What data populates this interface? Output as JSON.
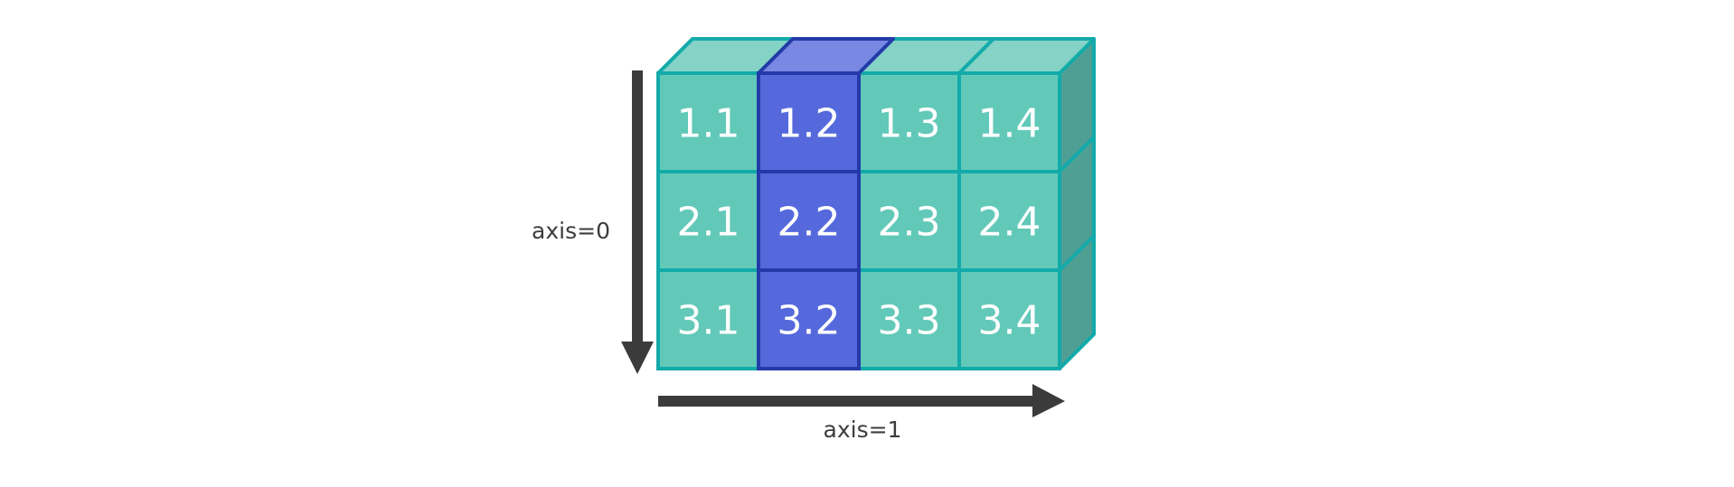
{
  "diagram": {
    "rows": [
      [
        "1.1",
        "1.2",
        "1.3",
        "1.4"
      ],
      [
        "2.1",
        "2.2",
        "2.3",
        "2.4"
      ],
      [
        "3.1",
        "3.2",
        "3.3",
        "3.4"
      ]
    ],
    "highlighted_column": 1,
    "axis0_label": "axis=0",
    "axis1_label": "axis=1"
  },
  "colors": {
    "cell_fill": "#62c9b9",
    "cell_top_fill": "#84d3c6",
    "side_fill": "#4f9f94",
    "cell_border": "#13aaaa",
    "highlight_fill": "#5569dc",
    "highlight_top_fill": "#7a88e3",
    "highlight_border": "#243aa9",
    "arrow": "#3b3b3b"
  }
}
